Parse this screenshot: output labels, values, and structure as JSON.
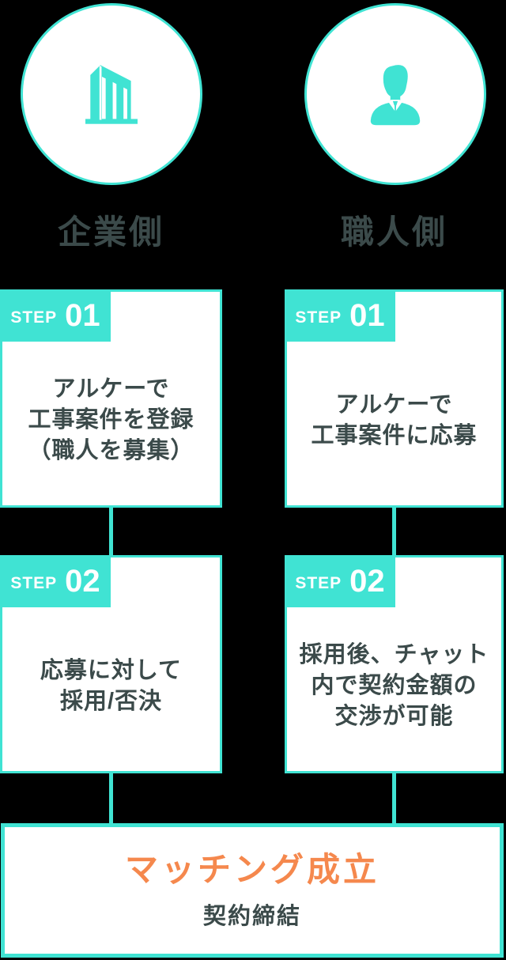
{
  "colors": {
    "teal": "#40E3D3",
    "dark": "#3B4A4A",
    "orange": "#F5884D",
    "box_bg": "#FFFFFF",
    "background": "#000000"
  },
  "actors": {
    "company": {
      "label": "企業側",
      "icon": "building-icon"
    },
    "worker": {
      "label": "職人側",
      "icon": "worker-icon"
    }
  },
  "steps": {
    "company": [
      {
        "tag": "STEP",
        "number": "01",
        "lines": [
          "アルケーで",
          "工事案件を登録",
          "（職人を募集）"
        ]
      },
      {
        "tag": "STEP",
        "number": "02",
        "lines": [
          "応募に対して",
          "採用/否決"
        ]
      }
    ],
    "worker": [
      {
        "tag": "STEP",
        "number": "01",
        "lines": [
          "アルケーで",
          "工事案件に応募"
        ]
      },
      {
        "tag": "STEP",
        "number": "02",
        "lines": [
          "採用後、チャット",
          "内で契約金額の",
          "交渉が可能"
        ]
      }
    ]
  },
  "result": {
    "title": "マッチング成立",
    "subtitle": "契約締結"
  }
}
